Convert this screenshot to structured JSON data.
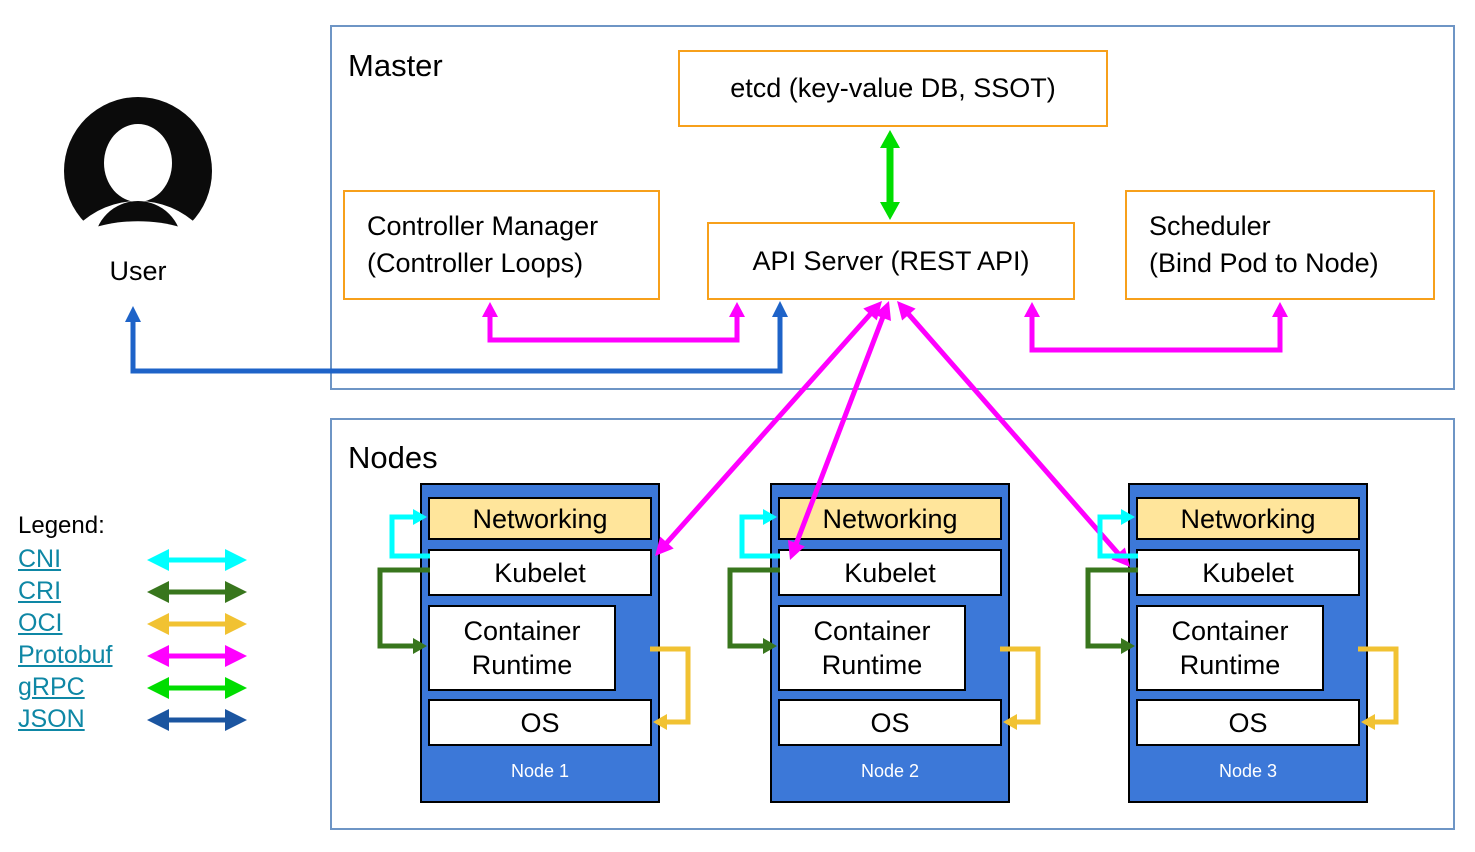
{
  "colors": {
    "cni": "#00FFFF",
    "cri": "#38761D",
    "oci": "#F1C232",
    "protobuf": "#FF00FF",
    "grpc": "#00DD00",
    "json": "#1B55A0",
    "user_arrow": "#1E63C8",
    "section_border": "#6E95C5",
    "box_border": "#F7A01B",
    "node_fill": "#3C78D8",
    "networking_fill": "#FFE59B",
    "legend_link": "#0E87A5"
  },
  "master": {
    "title": "Master",
    "etcd": {
      "label": "etcd (key-value DB, SSOT)"
    },
    "controller_manager": {
      "line1": "Controller Manager",
      "line2": "(Controller Loops)"
    },
    "api_server": {
      "label": "API Server (REST API)"
    },
    "scheduler": {
      "line1": "Scheduler",
      "line2": "(Bind Pod to Node)"
    }
  },
  "user": {
    "label": "User"
  },
  "nodes_section": {
    "title": "Nodes",
    "layers": {
      "networking": "Networking",
      "kubelet": "Kubelet",
      "container_runtime": "Container Runtime",
      "os": "OS"
    },
    "nodes": [
      {
        "name": "Node 1"
      },
      {
        "name": "Node 2"
      },
      {
        "name": "Node 3"
      }
    ]
  },
  "legend": {
    "title": "Legend:",
    "items": [
      {
        "label": "CNI",
        "color_key": "cni"
      },
      {
        "label": "CRI",
        "color_key": "cri"
      },
      {
        "label": "OCI",
        "color_key": "oci"
      },
      {
        "label": "Protobuf",
        "color_key": "protobuf"
      },
      {
        "label": "gRPC",
        "color_key": "grpc"
      },
      {
        "label": "JSON",
        "color_key": "json"
      }
    ]
  }
}
